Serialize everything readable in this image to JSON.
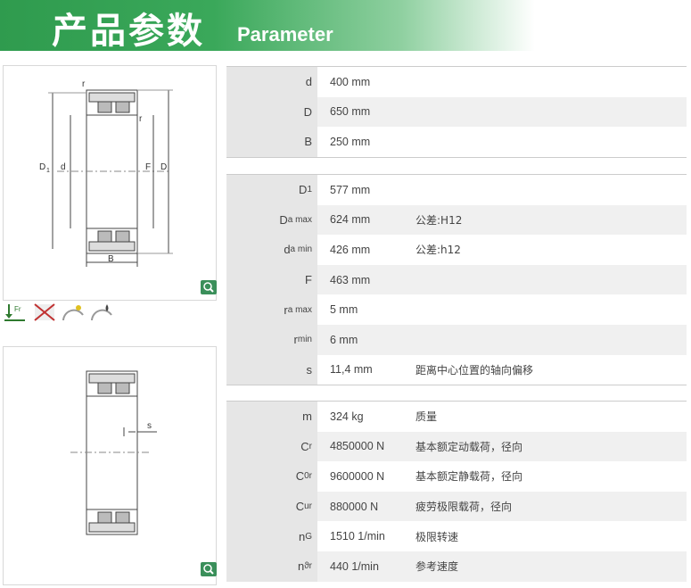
{
  "header": {
    "title_cn": "产品参数",
    "title_en": "Parameter"
  },
  "drawing1": {
    "r1": "r",
    "r2": "r",
    "D1": "D",
    "D1_sub": "1",
    "d": "d",
    "F": "F",
    "D": "D",
    "B": "B"
  },
  "drawing2": {
    "s": "s"
  },
  "groups": [
    [
      {
        "sym": "d",
        "sub": "",
        "value": "400  mm",
        "note": ""
      },
      {
        "sym": "D",
        "sub": "",
        "value": "650  mm",
        "note": ""
      },
      {
        "sym": "B",
        "sub": "",
        "value": "250  mm",
        "note": ""
      }
    ],
    [
      {
        "sym": "D",
        "sub": "1",
        "value": "577  mm",
        "note": ""
      },
      {
        "sym": "D",
        "sub": "a max",
        "value": "624  mm",
        "note": "公差:H12"
      },
      {
        "sym": "d",
        "sub": "a min",
        "value": "426  mm",
        "note": "公差:h12"
      },
      {
        "sym": "F",
        "sub": "",
        "value": "463  mm",
        "note": ""
      },
      {
        "sym": "r",
        "sub": "a max",
        "value": "5  mm",
        "note": ""
      },
      {
        "sym": "r",
        "sub": "min",
        "value": "6  mm",
        "note": ""
      },
      {
        "sym": "s",
        "sub": "",
        "value": "11,4  mm",
        "note": "距离中心位置的轴向偏移"
      }
    ],
    [
      {
        "sym": "m",
        "sub": "",
        "value": "324  kg",
        "note": "质量"
      },
      {
        "sym": "C",
        "sub": "r",
        "value": "4850000  N",
        "note": "基本额定动载荷，径向"
      },
      {
        "sym": "C",
        "sub": "0r",
        "value": "9600000  N",
        "note": "基本额定静载荷，径向"
      },
      {
        "sym": "C",
        "sub": "ur",
        "value": "880000  N",
        "note": "疲劳极限载荷，径向"
      },
      {
        "sym": "n",
        "sub": "G",
        "value": "1510  1/min",
        "note": "极限转速"
      },
      {
        "sym": "n",
        "sub": "ϑr",
        "value": "440  1/min",
        "note": "参考速度"
      }
    ]
  ],
  "colors": {
    "banner": "#2f9b4e",
    "label_bg": "#e6e6e6",
    "alt_row": "#f0f0f0"
  }
}
